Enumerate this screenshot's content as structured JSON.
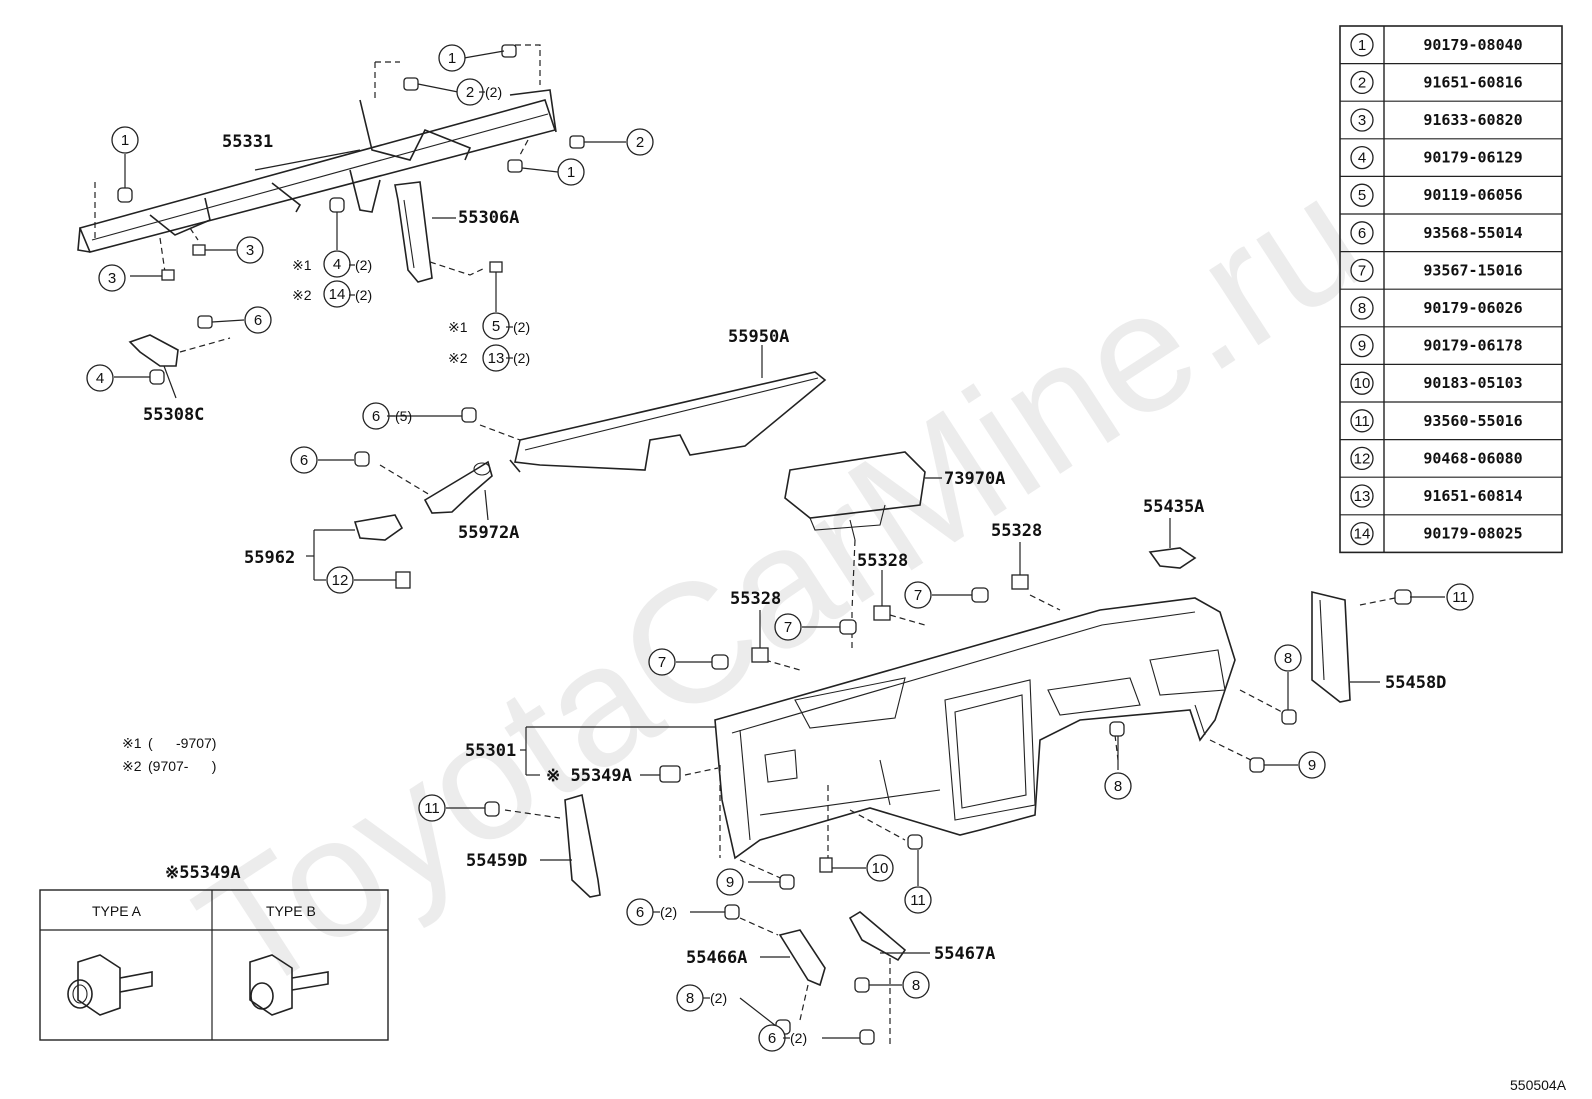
{
  "watermark": "ToyotaCarMine.ru",
  "figure_code": "550504A",
  "notes": {
    "note1_mark": "※1",
    "note1_text": "(      -9707)",
    "note2_mark": "※2",
    "note2_text": "(9707-      )"
  },
  "parts_table": [
    {
      "ref": "1",
      "part": "90179-08040"
    },
    {
      "ref": "2",
      "part": "91651-60816"
    },
    {
      "ref": "3",
      "part": "91633-60820"
    },
    {
      "ref": "4",
      "part": "90179-06129"
    },
    {
      "ref": "5",
      "part": "90119-06056"
    },
    {
      "ref": "6",
      "part": "93568-55014"
    },
    {
      "ref": "7",
      "part": "93567-15016"
    },
    {
      "ref": "8",
      "part": "90179-06026"
    },
    {
      "ref": "9",
      "part": "90179-06178"
    },
    {
      "ref": "10",
      "part": "90183-05103"
    },
    {
      "ref": "11",
      "part": "93560-55016"
    },
    {
      "ref": "12",
      "part": "90468-06080"
    },
    {
      "ref": "13",
      "part": "91651-60814"
    },
    {
      "ref": "14",
      "part": "90179-08025"
    }
  ],
  "part_labels": {
    "p55331": "55331",
    "p55306A": "55306A",
    "p55308C": "55308C",
    "p55950A": "55950A",
    "p73970A": "73970A",
    "p55972A": "55972A",
    "p55962": "55962",
    "p55435A": "55435A",
    "p55328a": "55328",
    "p55328b": "55328",
    "p55328c": "55328",
    "p55458D": "55458D",
    "p55301": "55301",
    "p55349A": "※ 55349A",
    "p55459D": "55459D",
    "p55466A": "55466A",
    "p55467A": "55467A"
  },
  "qty": {
    "two": "(2)",
    "five": "(5)"
  },
  "note_marks": {
    "m1": "※1",
    "m2": "※2"
  },
  "inset": {
    "title": "※55349A",
    "type_a": "TYPE A",
    "type_b": "TYPE B"
  }
}
